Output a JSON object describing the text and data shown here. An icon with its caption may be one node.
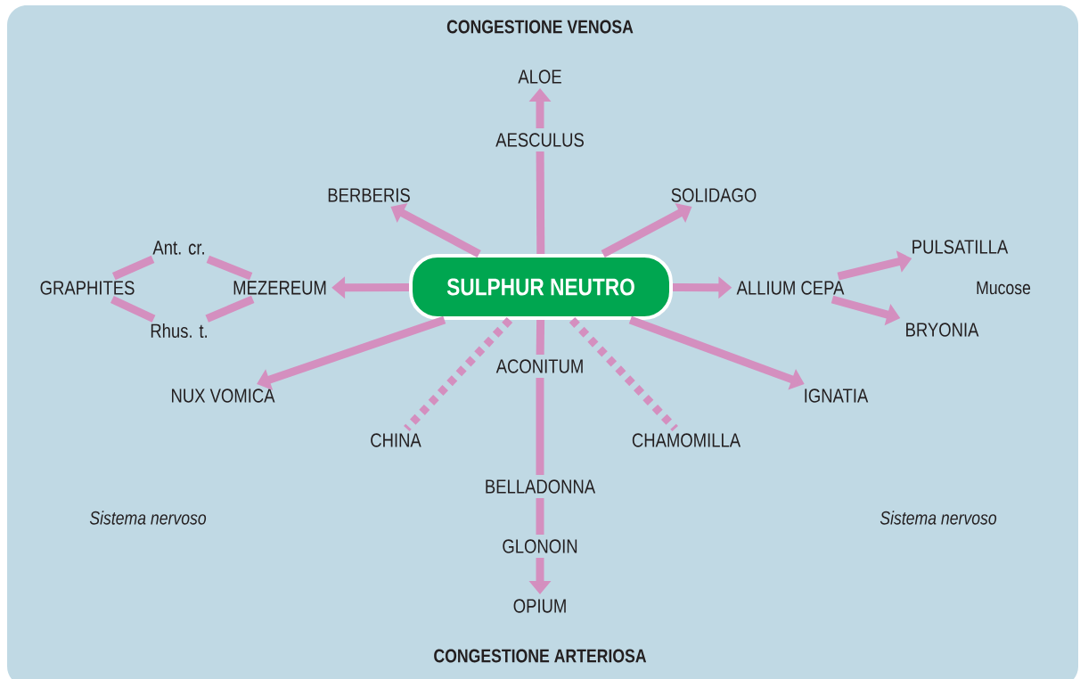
{
  "diagram": {
    "nodes": [
      {
        "text": [
          "SULPHUR NEUTRO"
        ]
      },
      {
        "text": [
          "ALOE"
        ]
      },
      {
        "text": [
          "AESCULUS"
        ]
      },
      {
        "text": [
          "BERBERIS"
        ]
      },
      {
        "text": [
          "SOLIDAGO"
        ]
      },
      {
        "text": [
          "Ant. cr."
        ]
      },
      {
        "text": [
          "PULSATILLA"
        ]
      },
      {
        "text": [
          "GRAPHITES"
        ]
      },
      {
        "text": [
          "MEZEREUM"
        ]
      },
      {
        "text": [
          "ALLIUM CEPA"
        ]
      },
      {
        "text": [
          "Rhus. t."
        ]
      },
      {
        "text": [
          "BRYONIA"
        ]
      },
      {
        "text": [
          "ACONITUM"
        ]
      },
      {
        "text": [
          "NUX VOMICA"
        ]
      },
      {
        "text": [
          "IGNATIA"
        ]
      },
      {
        "text": [
          "CHINA"
        ]
      },
      {
        "text": [
          "CHAMOMILLA"
        ]
      },
      {
        "text": [
          "BELLADONNA"
        ]
      },
      {
        "text": [
          "GLONOIN"
        ]
      },
      {
        "text": [
          "OPIUM"
        ]
      }
    ],
    "edges": [
      {
        "from": 0,
        "to": 2,
        "arrow": "none"
      },
      {
        "from": 2,
        "to": 1,
        "arrow": "to"
      },
      {
        "from": 0,
        "to": 3,
        "arrow": "to"
      },
      {
        "from": 0,
        "to": 4,
        "arrow": "to"
      },
      {
        "from": 0,
        "to": 8,
        "arrow": "to"
      },
      {
        "from": 8,
        "to": 5,
        "arrow": "none"
      },
      {
        "from": 5,
        "to": 7,
        "arrow": "none"
      },
      {
        "from": 8,
        "to": 10,
        "arrow": "none"
      },
      {
        "from": 10,
        "to": 7,
        "arrow": "none"
      },
      {
        "from": 0,
        "to": 9,
        "arrow": "to"
      },
      {
        "from": 9,
        "to": 6,
        "arrow": "to"
      },
      {
        "from": 9,
        "to": 11,
        "arrow": "to"
      },
      {
        "from": 0,
        "to": 13,
        "arrow": "to"
      },
      {
        "from": 0,
        "to": 14,
        "arrow": "to"
      },
      {
        "from": 0,
        "to": 15,
        "arrow": "none",
        "style": "dashed"
      },
      {
        "from": 0,
        "to": 16,
        "arrow": "none",
        "style": "dashed"
      },
      {
        "from": 0,
        "to": 12,
        "arrow": "none"
      },
      {
        "from": 12,
        "to": 17,
        "arrow": "none"
      },
      {
        "from": 17,
        "to": 18,
        "arrow": "none"
      },
      {
        "from": 18,
        "to": 19,
        "arrow": "to"
      }
    ],
    "labels": [
      "CONGESTIONE VENOSA",
      "Mucose",
      "Sistema nervoso",
      "Sistema nervoso",
      "CONGESTIONE ARTERIOSA"
    ]
  }
}
